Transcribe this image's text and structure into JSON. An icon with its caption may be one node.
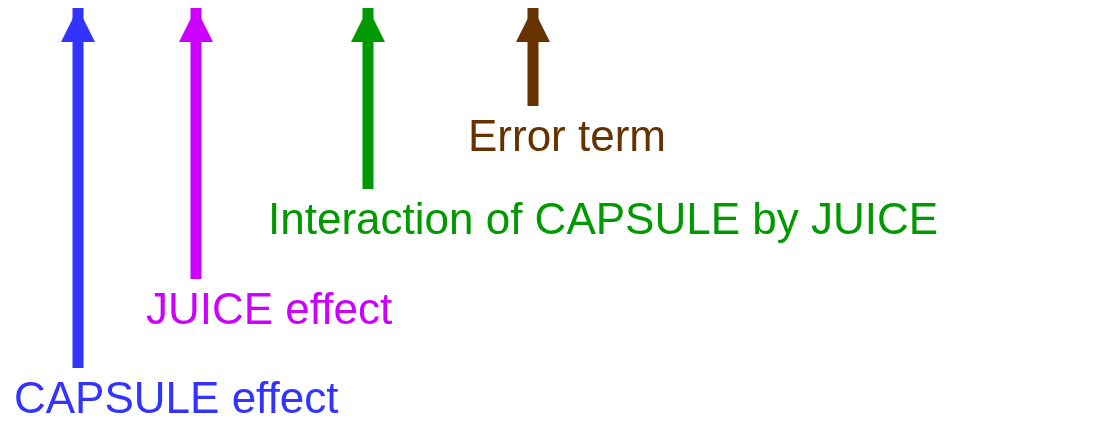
{
  "diagram": {
    "nodes": [
      {
        "text": [
          "CAPSULE effect"
        ]
      },
      {
        "text": [
          "JUICE effect"
        ]
      },
      {
        "text": [
          "Interaction of CAPSULE by JUICE"
        ]
      },
      {
        "text": [
          "Error term"
        ]
      }
    ],
    "edges": [
      {
        "from": 0,
        "to": null,
        "arrow": "to",
        "color": "#3333ff"
      },
      {
        "from": 1,
        "to": null,
        "arrow": "to",
        "color": "#cc00ff"
      },
      {
        "from": 2,
        "to": null,
        "arrow": "to",
        "color": "#009900"
      },
      {
        "from": 3,
        "to": null,
        "arrow": "to",
        "color": "#663300"
      }
    ]
  }
}
